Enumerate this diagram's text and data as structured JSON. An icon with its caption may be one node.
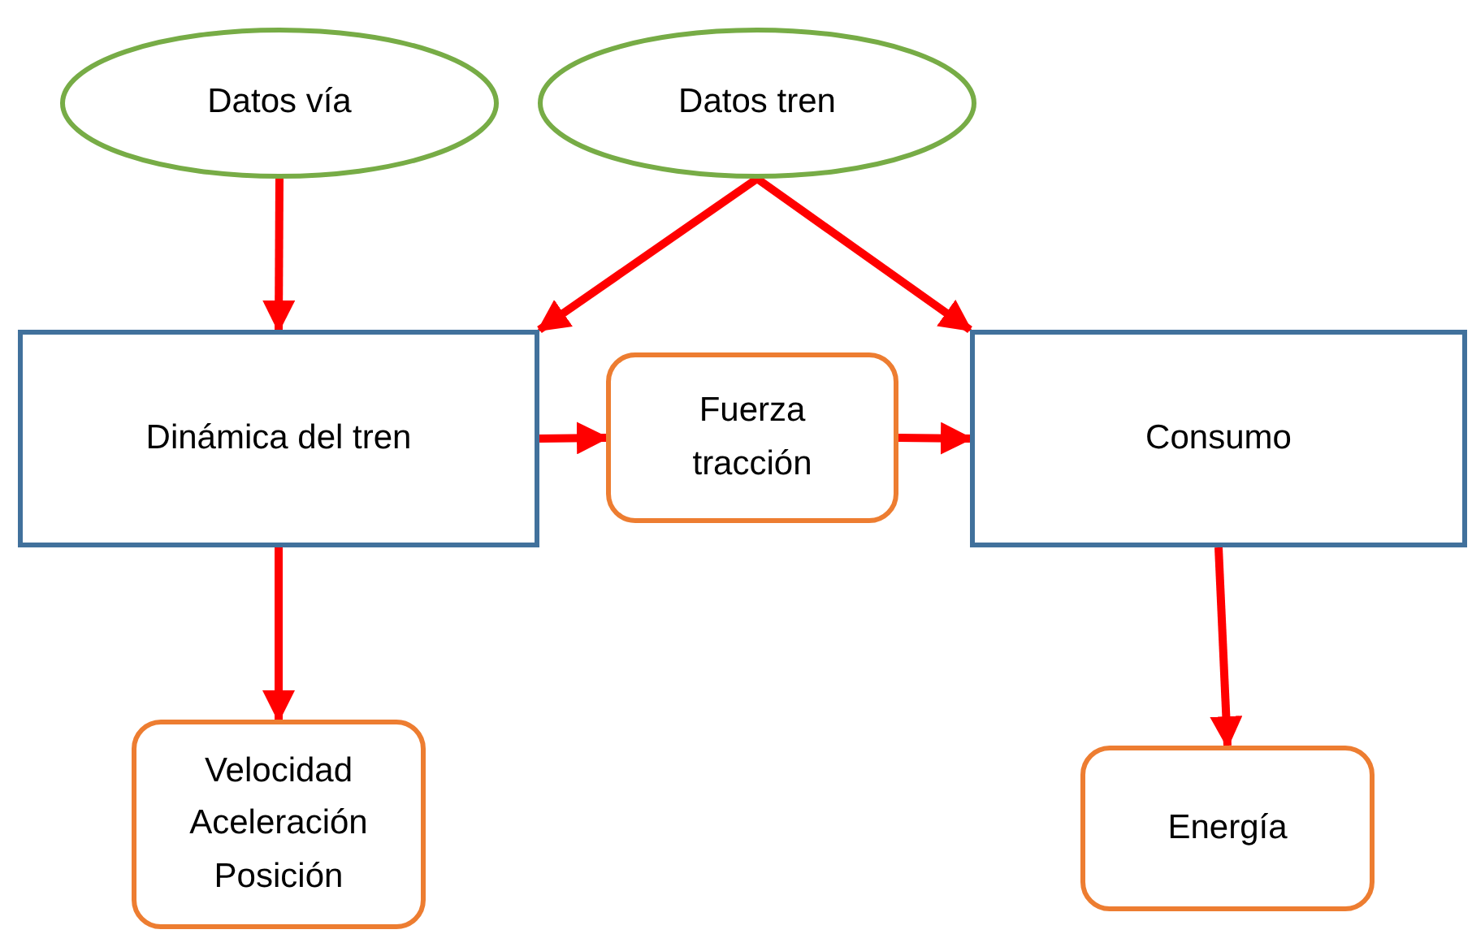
{
  "diagram": {
    "nodes": [
      {
        "text": [
          "Datos vía"
        ]
      },
      {
        "text": [
          "Datos tren"
        ]
      },
      {
        "text": [
          "Dinámica del tren"
        ]
      },
      {
        "text": [
          "Fuerza tracción"
        ]
      },
      {
        "text": [
          "Consumo"
        ]
      },
      {
        "text": [
          "Velocidad Aceleración Posición"
        ]
      },
      {
        "text": [
          "Energía"
        ]
      }
    ],
    "edges": [
      {
        "from": 0,
        "to": 2,
        "arrow": "to"
      },
      {
        "from": 1,
        "to": 2,
        "arrow": "to"
      },
      {
        "from": 1,
        "to": 4,
        "arrow": "to"
      },
      {
        "from": 2,
        "to": 3,
        "arrow": "to"
      },
      {
        "from": 3,
        "to": 4,
        "arrow": "to"
      },
      {
        "from": 2,
        "to": 5,
        "arrow": "to"
      },
      {
        "from": 4,
        "to": 6,
        "arrow": "to"
      }
    ]
  }
}
